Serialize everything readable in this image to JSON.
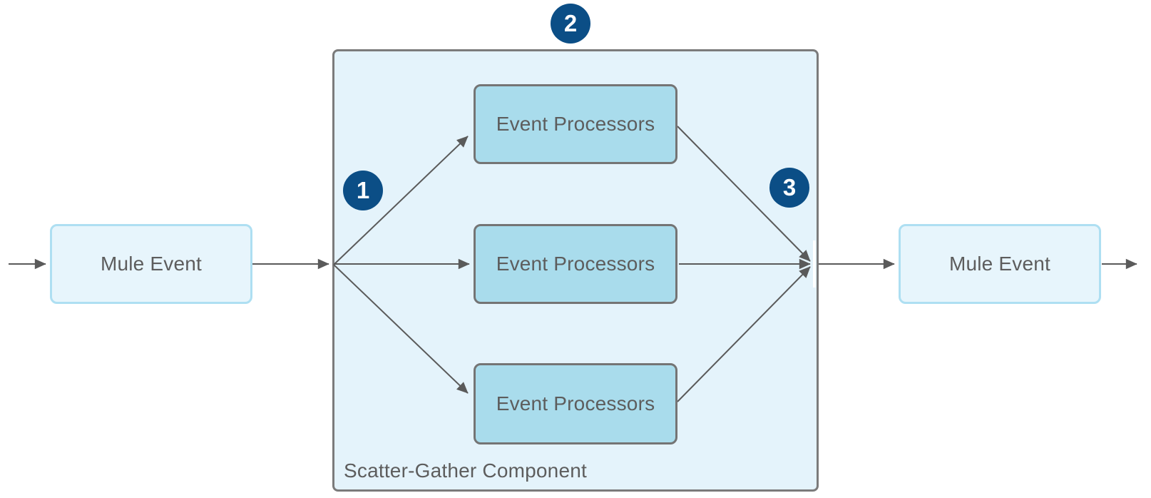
{
  "diagram": {
    "type": "flow-diagram",
    "title": "Scatter-Gather Component",
    "nodes": {
      "mule_event_left": {
        "label": "Mule Event"
      },
      "event_processor_top": {
        "label": "Event Processors"
      },
      "event_processor_middle": {
        "label": "Event Processors"
      },
      "event_processor_bottom": {
        "label": "Event Processors"
      },
      "mule_event_right": {
        "label": "Mule Event"
      },
      "scatter_gather": {
        "label": "Scatter-Gather Component"
      }
    },
    "badges": {
      "step1": {
        "label": "1"
      },
      "step2": {
        "label": "2"
      },
      "step3": {
        "label": "3"
      }
    },
    "flow": {
      "description": "Mule Event fans out (1) into Scatter-Gather Component (2) to three parallel Event Processors, results gather (3) into a single Mule Event"
    },
    "colors": {
      "badge_fill": "#0b4e86",
      "badge_text": "#ffffff",
      "processor_fill": "#a9dcec",
      "processor_border": "#747474",
      "container_fill": "#e4f3fb",
      "container_border": "#7b7b7b",
      "mule_event_fill": "#e7f5fc",
      "mule_event_border": "#aedff2",
      "arrow": "#5a5a5a",
      "label_text": "#5d5d5d"
    }
  }
}
